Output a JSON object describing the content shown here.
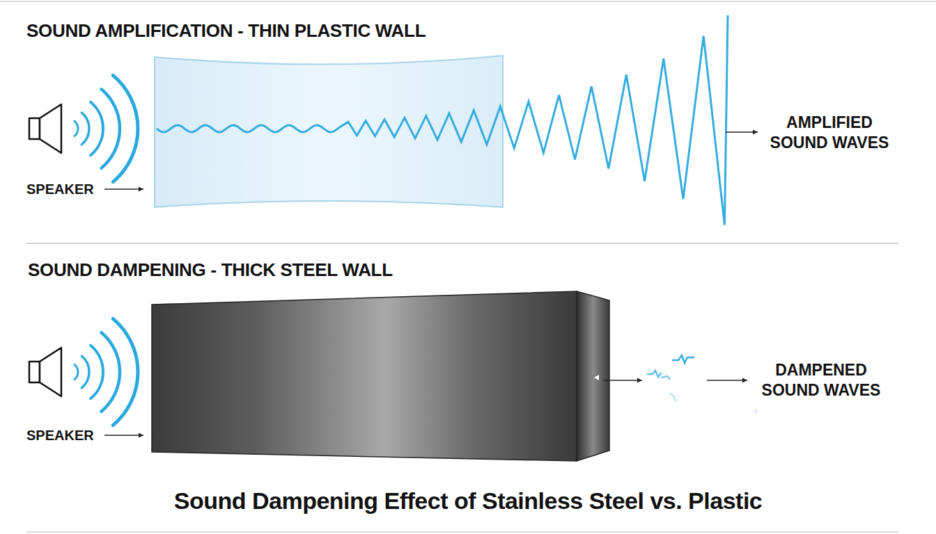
{
  "diagram": {
    "caption": "Sound Dampening Effect of Stainless Steel vs. Plastic",
    "labels": [
      "SOUND AMPLIFICATION - THIN PLASTIC WALL",
      "SPEAKER",
      "AMPLIFIED SOUND WAVES",
      "SOUND DAMPENING - THICK STEEL WALL",
      "SPEAKER",
      "DAMPENED SOUND WAVES"
    ]
  }
}
